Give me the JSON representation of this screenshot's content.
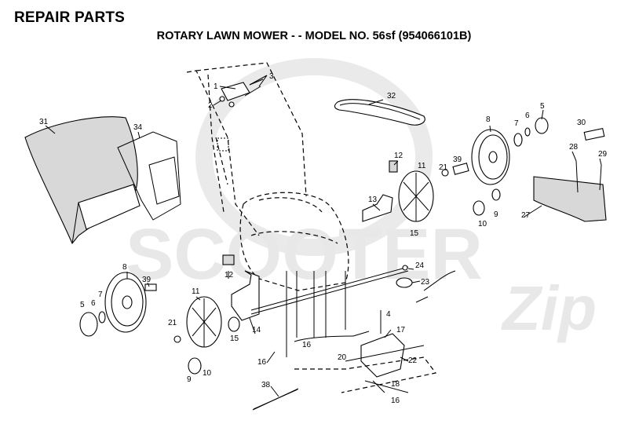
{
  "header": {
    "title": "REPAIR PARTS"
  },
  "subtitle": "ROTARY LAWN MOWER - - MODEL NO. 56sf (954066101B)",
  "watermark": {
    "text1": "SCOOTER",
    "text2": "Zip",
    "color": "#e6e6e6"
  },
  "callouts": {
    "c1": "1",
    "c2": "2",
    "c3": "3",
    "c4": "4",
    "c5a": "5",
    "c5b": "5",
    "c6a": "6",
    "c6b": "6",
    "c7a": "7",
    "c7b": "7",
    "c8a": "8",
    "c8b": "8",
    "c9a": "9",
    "c9b": "9",
    "c10a": "10",
    "c10b": "10",
    "c11a": "11",
    "c11b": "11",
    "c12a": "12",
    "c12b": "12",
    "c13": "13",
    "c14": "14",
    "c15a": "15",
    "c15b": "15",
    "c16a": "16",
    "c16b": "16",
    "c16c": "16",
    "c17": "17",
    "c18": "18",
    "c20": "20",
    "c21a": "21",
    "c21b": "21",
    "c22": "22",
    "c23": "23",
    "c24": "24",
    "c27": "27",
    "c28": "28",
    "c29": "29",
    "c30": "30",
    "c31": "31",
    "c32": "32",
    "c34": "34",
    "c38": "38",
    "c39a": "39",
    "c39b": "39"
  }
}
